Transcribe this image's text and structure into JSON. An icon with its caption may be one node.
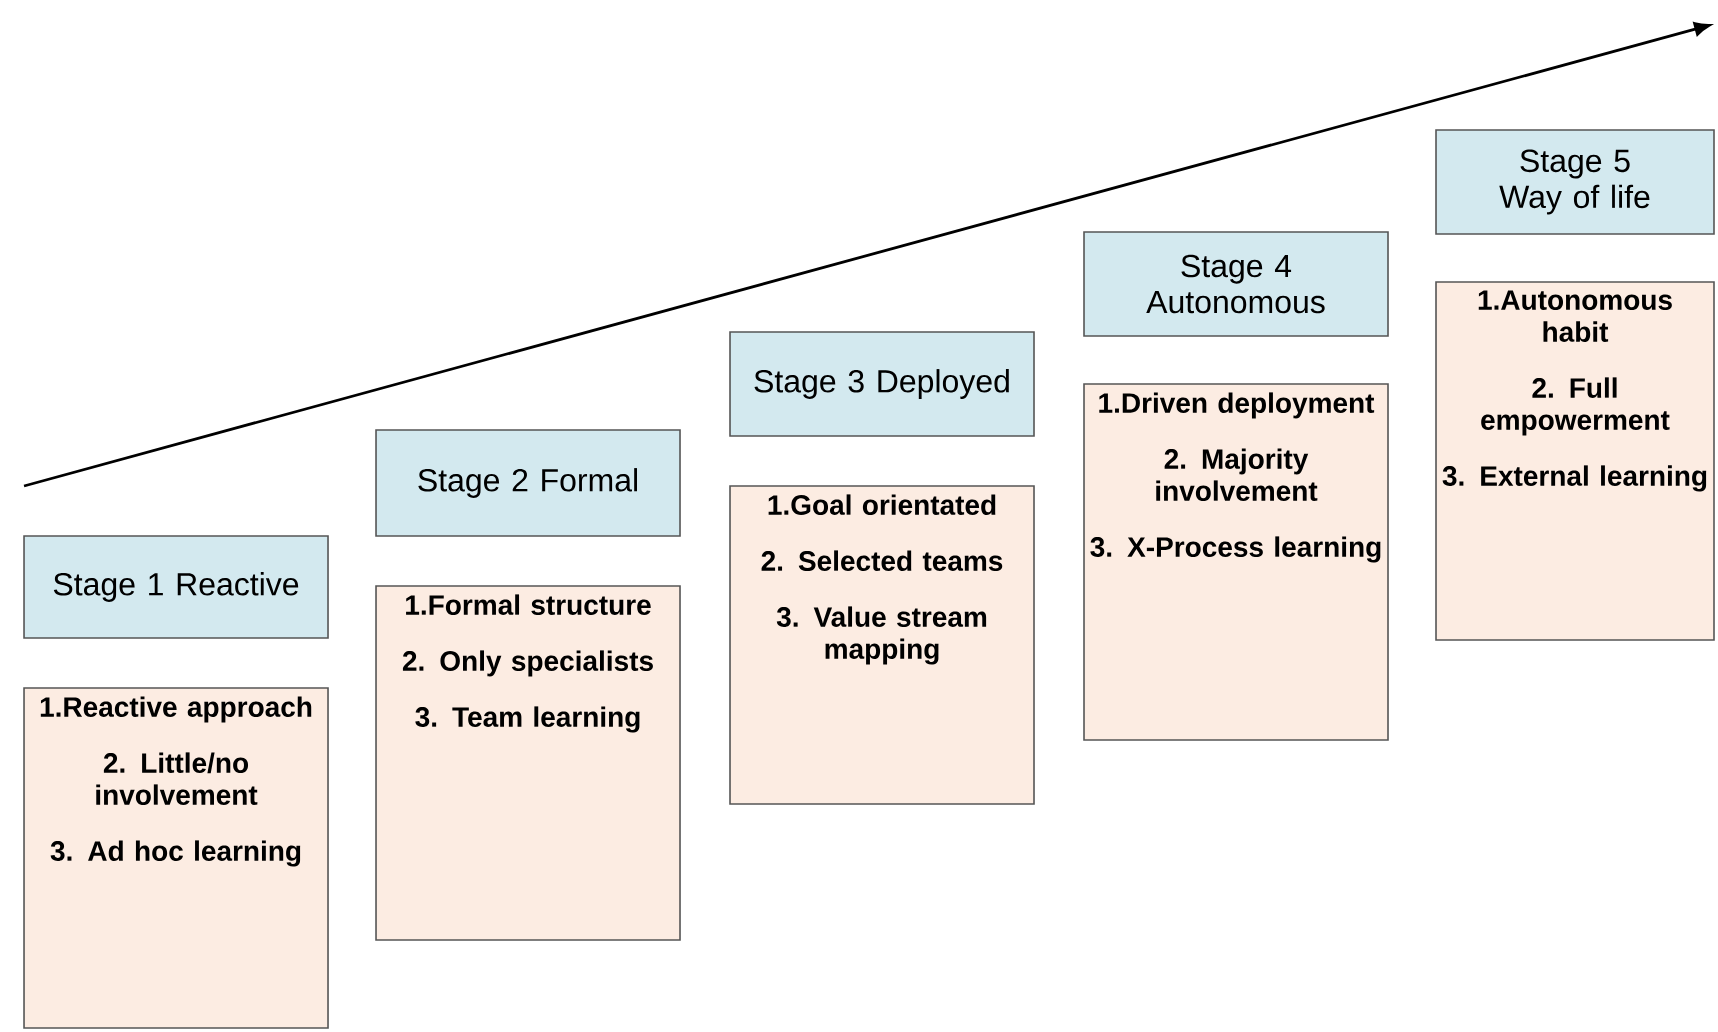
{
  "diagram": {
    "nodes": [
      {
        "text": [
          "Stage 1 Reactive"
        ]
      },
      {
        "text": [
          "1.Reactive approach",
          "2. Little/no involvement",
          "3. Ad hoc learning"
        ]
      },
      {
        "text": [
          "Stage 2 Formal"
        ]
      },
      {
        "text": [
          "1.Formal structure",
          "2. Only specialists",
          "3. Team learning"
        ]
      },
      {
        "text": [
          "Stage 3 Deployed"
        ]
      },
      {
        "text": [
          "1.Goal orientated",
          "2. Selected teams",
          "3. Value stream mapping"
        ]
      },
      {
        "text": [
          "Stage 4 Autonomous"
        ]
      },
      {
        "text": [
          "1.Driven deployment",
          "2. Majority involvement",
          "3. X-Process learning"
        ]
      },
      {
        "text": [
          "Stage 5 Way of life"
        ]
      },
      {
        "text": [
          "1.Autonomous habit",
          "2. Full empowerment",
          "3. External learning"
        ]
      }
    ],
    "edges": []
  }
}
